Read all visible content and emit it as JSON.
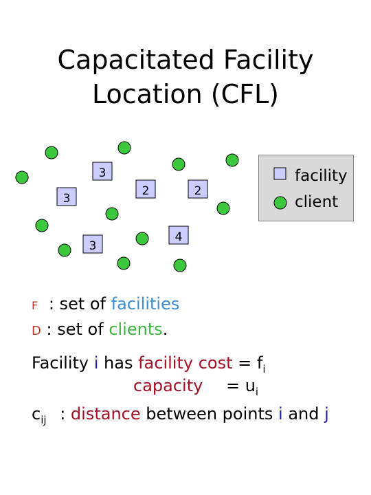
{
  "title": {
    "line1": "Capacitated Facility",
    "line2": "Location (CFL)"
  },
  "colors": {
    "facility_fill": "#ccccff",
    "client_fill": "#3cc83c",
    "legend_bg": "#d9d9d9",
    "blue_text": "#3a8fd4",
    "green_text": "#3bb53b",
    "darkred_text": "#a50f23",
    "navy_text": "#1f1fa8"
  },
  "diagram": {
    "facility_capacities": [
      "3",
      "3",
      "2",
      "2",
      "3",
      "4"
    ],
    "client_count": 12
  },
  "legend": {
    "facility_icon": "square-icon",
    "facility_label": "facility",
    "client_icon": "circle-icon",
    "client_label": "client"
  },
  "definitions": {
    "f_symbol": "F",
    "f_text": ": set of ",
    "f_word": "facilities",
    "d_symbol": "D",
    "d_text": ": set of ",
    "d_word": "clients",
    "d_end": "."
  },
  "facility_line": {
    "p1": "Facility ",
    "i": "i",
    "p2": " has ",
    "cost_label": "facility cost",
    "eq1": " = f",
    "sub_i": "i",
    "capacity_label": "capacity",
    "eq2": "= u",
    "sub_i2": "i"
  },
  "distance_line": {
    "c": "c",
    "sub_ij": "ij",
    "colon": ":",
    "distance": "distance",
    "between": " between points ",
    "i": "i",
    "and": " and ",
    "j": "j"
  }
}
